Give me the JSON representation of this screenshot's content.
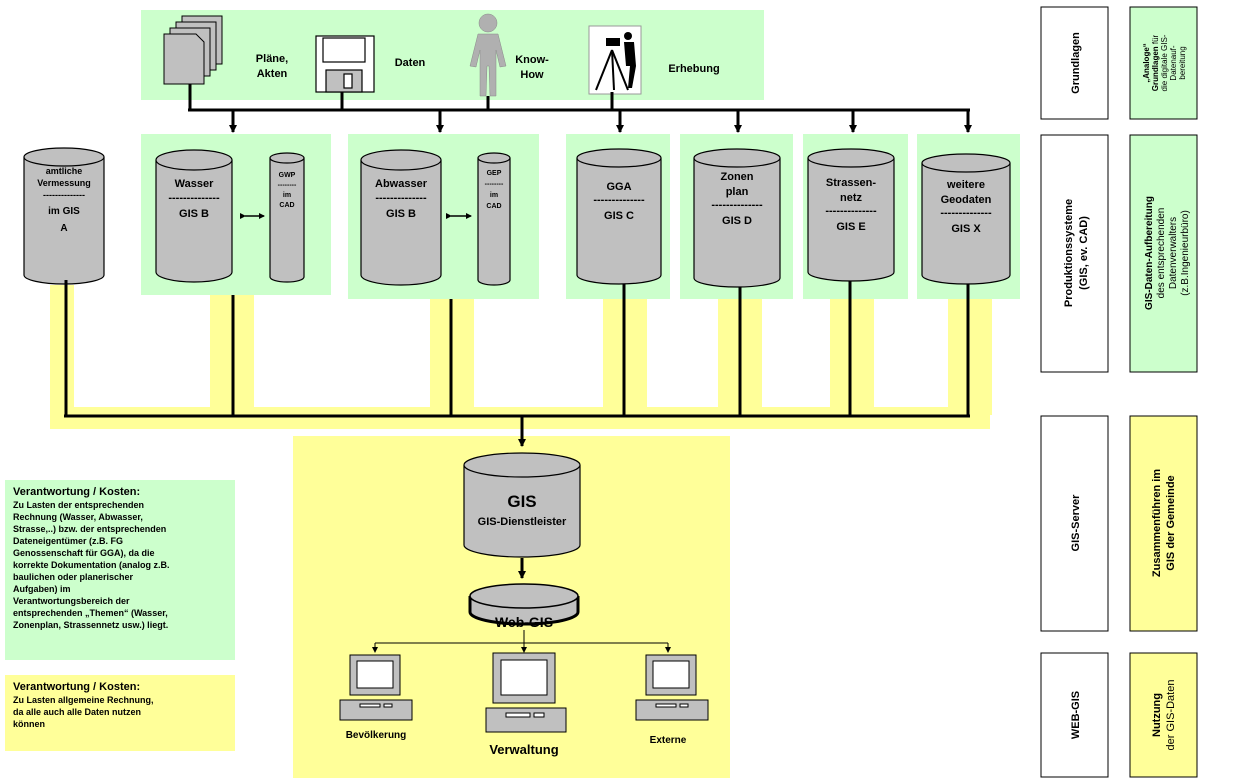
{
  "top": {
    "items": [
      {
        "icon": "documents-icon",
        "label1": "Pläne,",
        "label2": "Akten"
      },
      {
        "icon": "floppy-disk-icon",
        "label1": "Daten",
        "label2": ""
      },
      {
        "icon": "person-icon",
        "label1": "Know-",
        "label2": "How"
      },
      {
        "icon": "surveyor-icon",
        "label1": "Erhebung",
        "label2": ""
      }
    ]
  },
  "systems": [
    {
      "lines": [
        "amtliche",
        "Vermessung",
        "--------------",
        "im GIS",
        "A"
      ]
    },
    {
      "lines": [
        "Wasser",
        "--------------",
        "GIS B"
      ],
      "side": [
        "GWP",
        "--------",
        "im",
        "CAD"
      ]
    },
    {
      "lines": [
        "Abwasser",
        "--------------",
        "GIS B"
      ],
      "side": [
        "GEP",
        "--------",
        "im",
        "CAD"
      ]
    },
    {
      "lines": [
        "GGA",
        "--------------",
        "GIS C"
      ]
    },
    {
      "lines": [
        "Zonen",
        "plan",
        "--------------",
        "GIS D"
      ]
    },
    {
      "lines": [
        "Strassen-",
        "netz",
        "--------------",
        "GIS E"
      ]
    },
    {
      "lines": [
        "weitere",
        "Geodaten",
        "--------------",
        "GIS X"
      ]
    }
  ],
  "server": {
    "title": "GIS",
    "subtitle": "GIS-Dienstleister",
    "webgis": "Web-GIS"
  },
  "clients": [
    "Bevölkerung",
    "Verwaltung",
    "Externe"
  ],
  "notes": [
    {
      "heading": "Verantwortung / Kosten:",
      "lines": [
        "Zu Lasten der entsprechenden",
        "Rechnung (Wasser, Abwasser,",
        "Strasse,..) bzw. der entsprechenden",
        "Dateneigentümer (z.B. FG",
        "Genossenschaft für GGA), da die",
        "korrekte Dokumentation (analog z.B.",
        "baulichen oder planerischer",
        "Aufgaben)  im",
        "Verantwortungsbereich der",
        "entsprechenden „Themen“ (Wasser,",
        "Zonenplan, Strassennetz usw.) liegt."
      ]
    },
    {
      "heading": "Verantwortung / Kosten:",
      "lines": [
        "Zu Lasten allgemeine Rechnung,",
        "da alle auch alle Daten nutzen",
        "können"
      ]
    }
  ],
  "sidebar": {
    "rows": [
      {
        "label": [
          "Grundlagen"
        ],
        "desc": [
          {
            "text": "„Analoge“",
            "bold": true,
            "tail": ""
          },
          {
            "text": "Grundlagen",
            "bold": true,
            "tail": " für"
          },
          {
            "text": "die digitale GIS-",
            "bold": false,
            "tail": ""
          },
          {
            "text": "Datenauf-",
            "bold": false,
            "tail": ""
          },
          {
            "text": "bereitung",
            "bold": false,
            "tail": ""
          }
        ]
      },
      {
        "label": [
          "Produktionssysteme",
          "(GIS, ev. CAD)"
        ],
        "desc": [
          {
            "text": "GIS-Daten-Aufbereitung",
            "bold": true,
            "tail": ""
          },
          {
            "text": "des entsprechenden",
            "bold": false,
            "tail": ""
          },
          {
            "text": "Datenverwalters",
            "bold": false,
            "tail": ""
          },
          {
            "text": "(z.B.Ingenieurbüro)",
            "bold": false,
            "tail": ""
          }
        ]
      },
      {
        "label": [
          "GIS-Server"
        ],
        "desc": [
          {
            "text": "Zusammenführen im",
            "bold": true,
            "tail": ""
          },
          {
            "text": "GIS der Gemeinde",
            "bold": true,
            "tail": ""
          }
        ]
      },
      {
        "label": [
          "WEB-GIS"
        ],
        "desc": [
          {
            "text": "Nutzung",
            "bold": true,
            "tail": ""
          },
          {
            "text": "der GIS-Daten",
            "bold": false,
            "tail": ""
          }
        ]
      }
    ]
  },
  "colors": {
    "green": "#ccffcc",
    "yellow": "#ffff99",
    "cylinder": "#c0c0c0"
  }
}
